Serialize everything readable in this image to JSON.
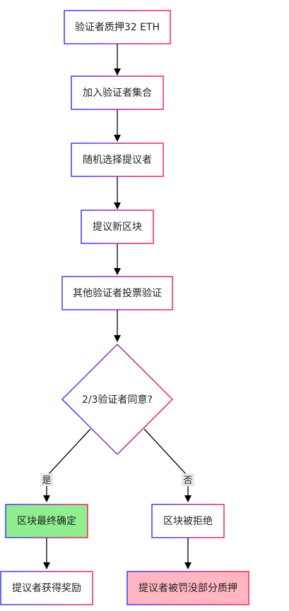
{
  "nodes": {
    "stake": "验证者质押32 ETH",
    "join": "加入验证者集合",
    "select": "随机选择提议者",
    "propose": "提议新区块",
    "vote": "其他验证者投票验证",
    "decision": "2/3验证者同意?",
    "finalized": "区块最终确定",
    "rejected": "区块被拒绝",
    "reward": "提议者获得奖励",
    "slashed": "提议者被罚没部分质押"
  },
  "edges": {
    "yes": "是",
    "no": "否"
  },
  "colors": {
    "finalized_fill": "#90ee90",
    "slashed_fill": "#ffb6c1",
    "border_left": "#3a3aff",
    "border_right": "#ff2255",
    "arrow": "#000000"
  }
}
